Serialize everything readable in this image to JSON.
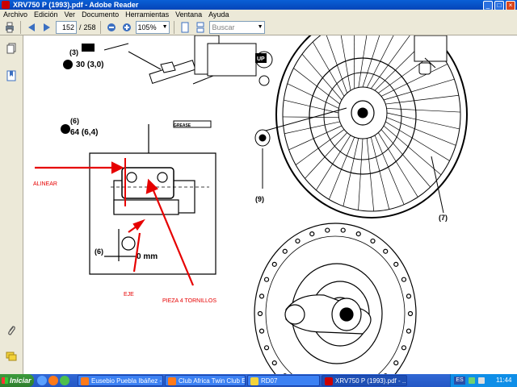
{
  "window": {
    "title": "XRV750 P (1993).pdf - Adobe Reader"
  },
  "menu": [
    "Archivo",
    "Edición",
    "Ver",
    "Documento",
    "Herramientas",
    "Ventana",
    "Ayuda"
  ],
  "toolbar": {
    "page_current": "152",
    "page_separator": "/",
    "page_total": "258",
    "zoom": "105%",
    "search_placeholder": "Buscar"
  },
  "drawing": {
    "labels": {
      "l3": "(3)",
      "torque30": "30 (3,0)",
      "l6a": "(6)",
      "torque64": "64 (6,4)",
      "grease": "GREASE",
      "l9": "(9)",
      "l7": "(7)",
      "l6b": "(6)",
      "mm": "0 mm",
      "up": "UP"
    },
    "annotations": {
      "alinear": "ALINEAR",
      "eje": "EJE",
      "pieza": "PIEZA 4 TORNILLOS"
    },
    "annotation_color": "#e60000"
  },
  "taskbar": {
    "start": "Iniciar",
    "items": [
      "Eusebio Puebla Ibáñez - ...",
      "Club Africa Twin Club Es...",
      "RD07",
      "XRV750 P (1993).pdf - ..."
    ],
    "language": "ES",
    "clock": "11:44"
  }
}
